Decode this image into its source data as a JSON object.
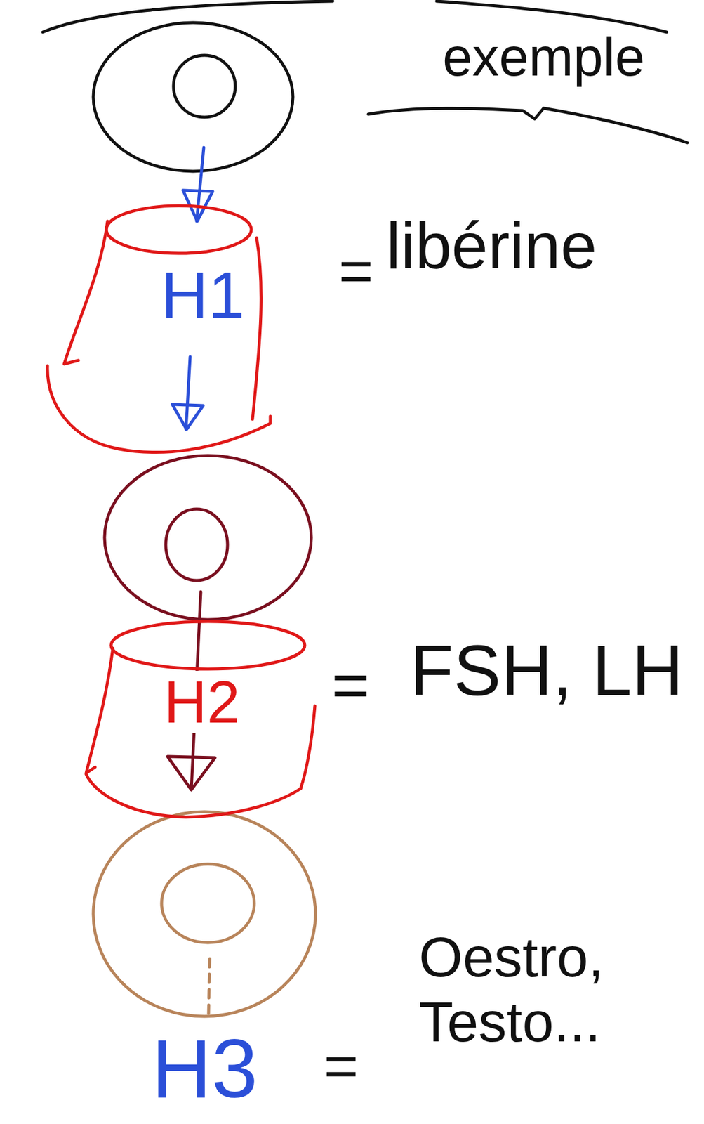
{
  "diagram": {
    "nodes": [
      {
        "text": [
          "H1"
        ]
      },
      {
        "text": [
          "H2"
        ]
      }
    ],
    "labels": [
      "exemple",
      "=",
      "libérine",
      "=",
      "FSH, LH",
      "H3",
      "=",
      "Oestro, Testo..."
    ]
  }
}
